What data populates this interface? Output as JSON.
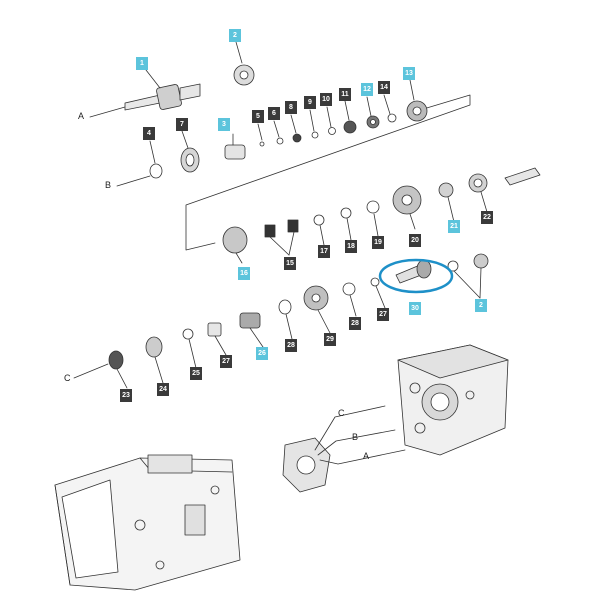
{
  "colors": {
    "dark_tag": "#3a3a3a",
    "blue_tag": "#5cc4dc",
    "highlight": "#1e90c8",
    "line": "#333333"
  },
  "letters": {
    "a_top": "A",
    "b_left": "B",
    "c_left": "C",
    "c_center": "C",
    "b_center": "B",
    "a_center": "A"
  },
  "labels": {
    "l1": "1",
    "l2a": "2",
    "l3": "3",
    "l4": "4",
    "l5": "5",
    "l6": "6",
    "l7": "7",
    "l8": "8",
    "l9": "9",
    "l10": "10",
    "l11": "11",
    "l12": "12",
    "l13": "13",
    "l14": "14",
    "l15": "15",
    "l16": "16",
    "l17": "17",
    "l18": "18",
    "l19": "19",
    "l20": "20",
    "l21": "21",
    "l22": "22",
    "l23": "23",
    "l24": "24",
    "l25": "25",
    "l26": "26",
    "l27a": "27",
    "l27b": "27",
    "l28a": "28",
    "l28b": "28",
    "l29": "29",
    "l30": "30",
    "l2b": "2"
  }
}
